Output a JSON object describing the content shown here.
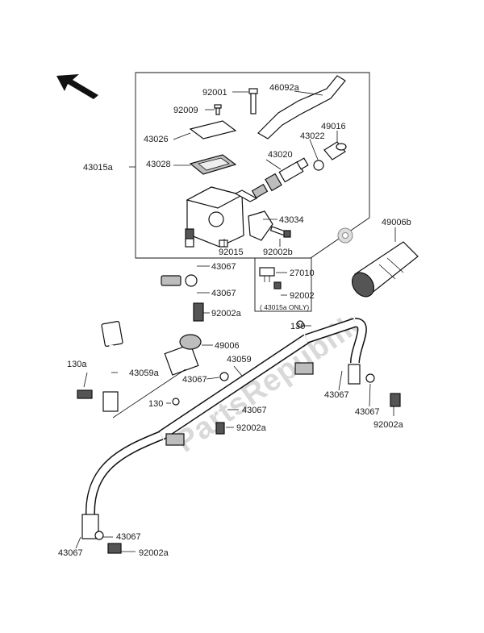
{
  "diagram": {
    "watermark": "PartsRepublik",
    "note": "( 43015a ONLY)",
    "labels": {
      "p92001": "92001",
      "p46092a": "46092a",
      "p92009": "92009",
      "p43022": "43022",
      "p49016": "49016",
      "p43026": "43026",
      "p43015a": "43015a",
      "p43020": "43020",
      "p43028": "43028",
      "p43034": "43034",
      "p49006b": "49006b",
      "p92015": "92015",
      "p92002b": "92002b",
      "p43067_a": "43067",
      "p27010": "27010",
      "p43067_b": "43067",
      "p92002": "92002",
      "p92002a_a": "92002a",
      "p130_a": "130",
      "p49006": "49006",
      "p130a": "130a",
      "p43059": "43059",
      "p43059a": "43059a",
      "p43067_c": "43067",
      "p43067_d": "43067",
      "p130_b": "130",
      "p43067_e": "43067",
      "p43067_f": "43067",
      "p92002a_b": "92002a",
      "p92002a_c": "92002a",
      "p43067_g": "43067",
      "p43067_h": "43067",
      "p92002a_d": "92002a"
    }
  }
}
